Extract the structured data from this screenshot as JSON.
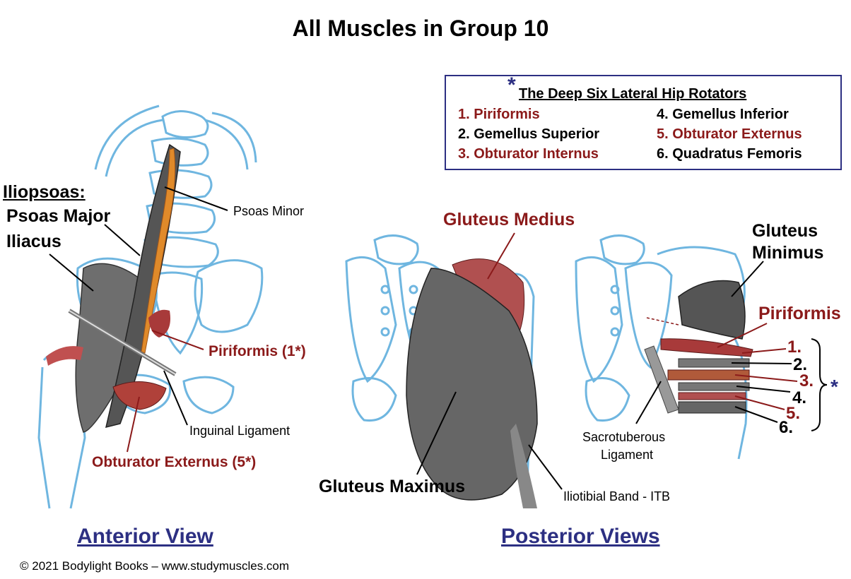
{
  "title": "All Muscles in Group 10",
  "legend": {
    "title": "The Deep Six Lateral Hip Rotators",
    "items": [
      {
        "text": "1. Piriformis",
        "color": "#8b1a1a"
      },
      {
        "text": "2. Gemellus Superior",
        "color": "#000000"
      },
      {
        "text": "3. Obturator Internus",
        "color": "#8b1a1a"
      },
      {
        "text": "4. Gemellus Inferior",
        "color": "#000000"
      },
      {
        "text": "5. Obturator Externus",
        "color": "#8b1a1a"
      },
      {
        "text": "6. Quadratus Femoris",
        "color": "#000000"
      }
    ]
  },
  "anterior": {
    "iliopsoas": "Iliopsoas:",
    "psoas_major": "Psoas Major",
    "iliacus": "Iliacus",
    "psoas_minor": "Psoas Minor",
    "piriformis": "Piriformis (1*)",
    "inguinal": "Inguinal Ligament",
    "obturator_externus": "Obturator Externus (5*)",
    "view_label": "Anterior View"
  },
  "posterior": {
    "gluteus_medius": "Gluteus Medius",
    "gluteus_maximus": "Gluteus Maximus",
    "itb": "Iliotibial Band - ITB",
    "gluteus_minimus_1": "Gluteus",
    "gluteus_minimus_2": "Minimus",
    "piriformis": "Piriformis",
    "sacrotuberous_1": "Sacrotuberous",
    "sacrotuberous_2": "Ligament",
    "numbers": [
      "1.",
      "2.",
      "3.",
      "4.",
      "5.",
      "6."
    ],
    "star": "*",
    "view_label": "Posterior Views"
  },
  "copyright": "© 2021 Bodylight Books –  www.studymuscles.com",
  "colors": {
    "muscle_red": "#8b1a1a",
    "view_blue": "#2c2f82",
    "bone_blue": "#6fb6e0",
    "muscle_gray": "#5a5a5a",
    "psoas_minor_orange": "#e08a2a"
  }
}
